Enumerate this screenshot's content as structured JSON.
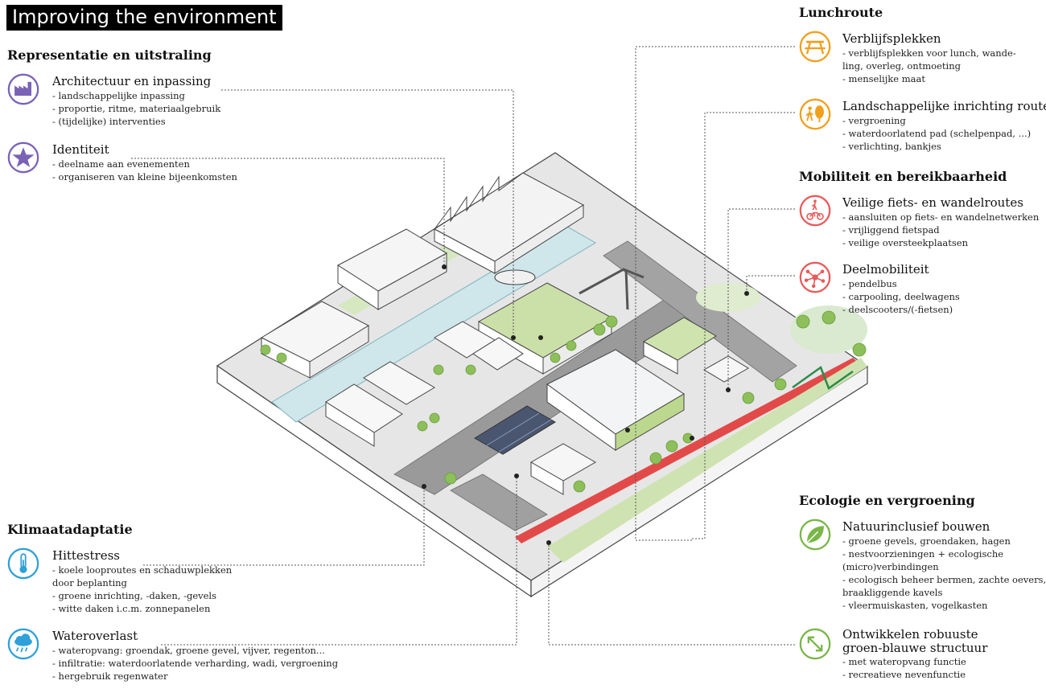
{
  "title": "Improving the environment",
  "colors": {
    "purple": "#7a63b5",
    "orange": "#f0a01c",
    "red": "#e85b5b",
    "blue": "#2fa0d8",
    "green": "#7ab648"
  },
  "left": {
    "representatie": {
      "heading": "Representatie en uitstraling",
      "items": [
        {
          "icon": "factory-icon",
          "title": "Architectuur en inpassing",
          "bullets": [
            "- landschappelijke inpassing",
            "- proportie, ritme, materiaalgebruik",
            "- (tijdelijke) interventies"
          ]
        },
        {
          "icon": "star-icon",
          "title": "Identiteit",
          "bullets": [
            "- deelname aan evenementen",
            "- organiseren van kleine bijeenkomsten"
          ]
        }
      ]
    },
    "klimaat": {
      "heading": "Klimaatadaptatie",
      "items": [
        {
          "icon": "thermometer-icon",
          "title": "Hittestress",
          "bullets": [
            "- koele looproutes en schaduwplekken",
            "door beplanting",
            "- groene inrichting, -daken, -gevels",
            "- witte daken i.c.m. zonnepanelen"
          ]
        },
        {
          "icon": "rain-cloud-icon",
          "title": "Wateroverlast",
          "bullets": [
            "- wateropvang: groendak, groene gevel, vijver, regenton...",
            "- infiltratie: waterdoorlatende verharding, wadi, vergroening",
            "- hergebruik regenwater"
          ]
        }
      ]
    }
  },
  "right": {
    "lunchroute": {
      "heading": "Lunchroute",
      "items": [
        {
          "icon": "picnic-table-icon",
          "title": "Verblijfsplekken",
          "bullets": [
            "- verblijfsplekken voor lunch, wande-",
            "ling, overleg, ontmoeting",
            "- menselijke maat"
          ]
        },
        {
          "icon": "walker-tree-icon",
          "title": "Landschappelijke inrichting route",
          "bullets": [
            "- vergroening",
            "- waterdoorlatend pad (schelpenpad, ...)",
            "- verlichting, bankjes"
          ]
        }
      ]
    },
    "mobiliteit": {
      "heading": "Mobiliteit en bereikbaarheid",
      "items": [
        {
          "icon": "pedestrian-bike-icon",
          "title": "Veilige fiets- en wandelroutes",
          "bullets": [
            "- aansluiten op fiets- en wandelnetwerken",
            "- vrijliggend fietspad",
            "- veilige oversteekplaatsen"
          ]
        },
        {
          "icon": "network-nodes-icon",
          "title": "Deelmobiliteit",
          "bullets": [
            "- pendelbus",
            "- carpooling, deelwagens",
            "- deelscooters/(-fietsen)"
          ]
        }
      ]
    },
    "ecologie": {
      "heading": "Ecologie en vergroening",
      "items": [
        {
          "icon": "leaf-icon",
          "title": "Natuurinclusief bouwen",
          "bullets": [
            "- groene gevels, groendaken, hagen",
            "- nestvoorzieningen + ecologische",
            "(micro)verbindingen",
            "- ecologisch beheer bermen, zachte oevers,",
            "braakliggende kavels",
            "- vleermuiskasten, vogelkasten"
          ]
        },
        {
          "icon": "diagonal-arrows-icon",
          "title": "Ontwikkelen robuuste\ngroen-blauwe structuur",
          "bullets": [
            "- met wateropvang functie",
            "- recreatieve nevenfunctie"
          ]
        }
      ]
    }
  }
}
